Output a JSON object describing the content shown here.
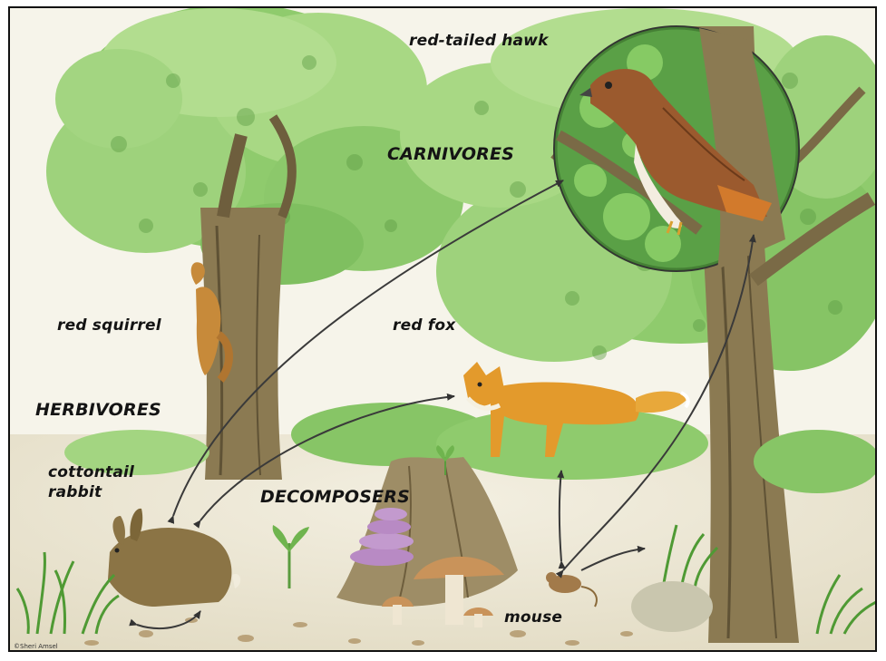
{
  "labels": {
    "hawk": "red-tailed hawk",
    "carnivores": "CARNIVORES",
    "squirrel": "red squirrel",
    "fox": "red fox",
    "herbivores": "HERBIVORES",
    "rabbit_line1": "cottontail",
    "rabbit_line2": "rabbit",
    "decomposers": "DECOMPOSERS",
    "mouse": "mouse"
  },
  "credit": "©Sheri Amsel",
  "colors": {
    "foliage_light": "#9ed27c",
    "foliage_mid": "#79b85a",
    "foliage_dark": "#4f8e3a",
    "bark": "#8b7a52",
    "bark_dark": "#5f5235",
    "fox": "#e39a2c",
    "hawk": "#9b5a2e",
    "rabbit": "#8b7445",
    "mushroom_cap": "#c9935a",
    "fungus_purple": "#b88ac4",
    "ground": "#e8e2cc",
    "arrow": "#3a3a3a"
  }
}
